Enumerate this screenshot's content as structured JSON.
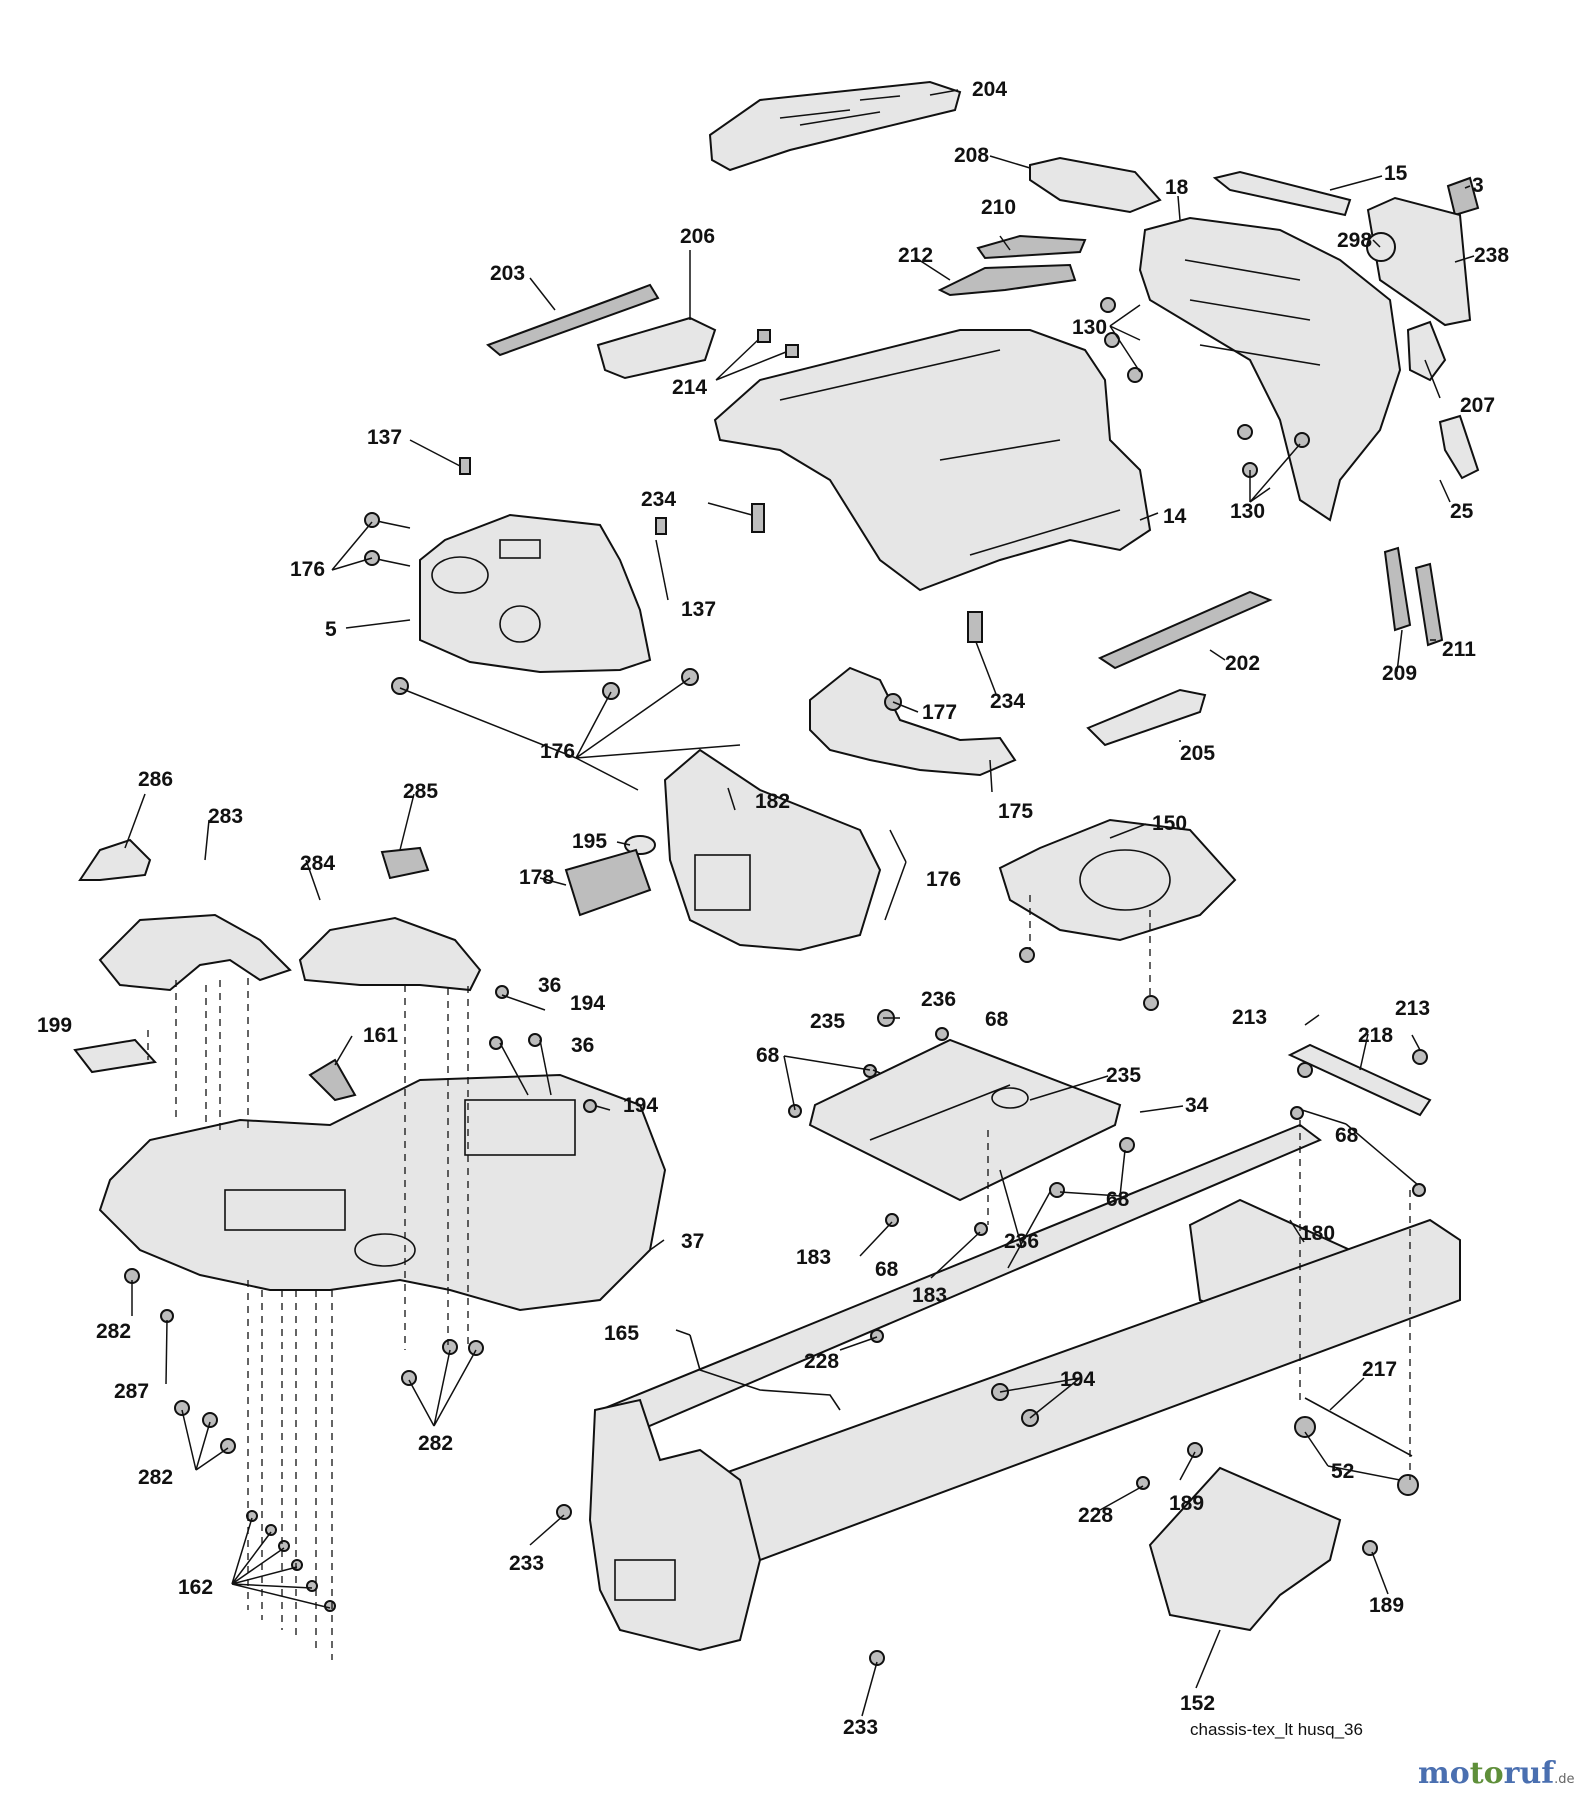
{
  "diagram": {
    "callouts": [
      "204",
      "208",
      "18",
      "15",
      "3",
      "298",
      "238",
      "210",
      "212",
      "206",
      "203",
      "130",
      "214",
      "207",
      "137",
      "234",
      "14",
      "130",
      "25",
      "176",
      "137",
      "5",
      "202",
      "209",
      "211",
      "177",
      "234",
      "176",
      "205",
      "175",
      "286",
      "285",
      "283",
      "182",
      "150",
      "284",
      "195",
      "176",
      "178",
      "36",
      "194",
      "199",
      "161",
      "236",
      "235",
      "68",
      "213",
      "213",
      "218",
      "36",
      "194",
      "68",
      "235",
      "34",
      "68",
      "68",
      "37",
      "183",
      "236",
      "68",
      "183",
      "180",
      "282",
      "165",
      "228",
      "194",
      "287",
      "217",
      "52",
      "233",
      "189",
      "228",
      "282",
      "282",
      "162",
      "189",
      "152",
      "233"
    ],
    "caption": "chassis-tex_lt husq_36",
    "watermark": {
      "parts": [
        "mo",
        "to",
        "ruf"
      ],
      "tld": ".de",
      "colors": [
        "#4a6fb0",
        "#5f8f3a",
        "#4a6fb0"
      ]
    }
  }
}
